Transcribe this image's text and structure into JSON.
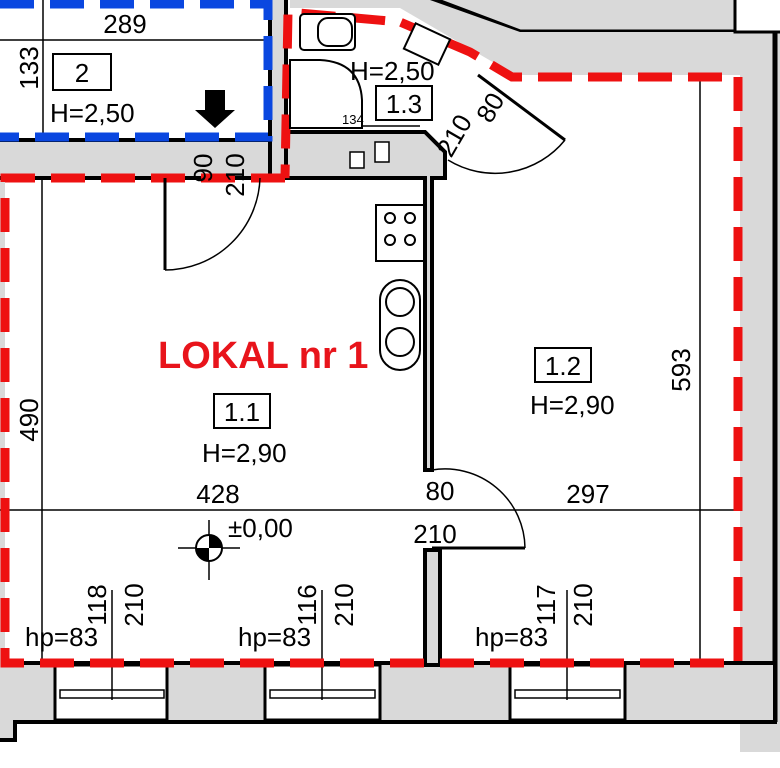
{
  "title": "LOKAL nr 1",
  "rooms": [
    {
      "number": "2",
      "height": "H=2,50"
    },
    {
      "number": "1.1",
      "height": "H=2,90"
    },
    {
      "number": "1.2",
      "height": "H=2,90"
    },
    {
      "number": "1.3",
      "height": "H=2,50"
    }
  ],
  "dimensions": {
    "room2_width": "289",
    "room2_depth": "133",
    "room1_1_width": "428",
    "room1_1_depth": "490",
    "room1_2_width": "297",
    "room1_2_depth": "593",
    "bath_width": "134"
  },
  "doors": [
    {
      "width": "90",
      "height": "210"
    },
    {
      "width": "80",
      "height": "210"
    },
    {
      "width": "80",
      "height": "210"
    }
  ],
  "windows": [
    {
      "width": "118",
      "height": "210",
      "sill": "hp=83"
    },
    {
      "width": "116",
      "height": "210",
      "sill": "hp=83"
    },
    {
      "width": "117",
      "height": "210",
      "sill": "hp=83"
    }
  ],
  "level": "±0,00",
  "colors": {
    "unit_boundary": "#ee1111",
    "other_unit_boundary": "#0a47e0",
    "wall_fill": "#d9d9d9"
  }
}
